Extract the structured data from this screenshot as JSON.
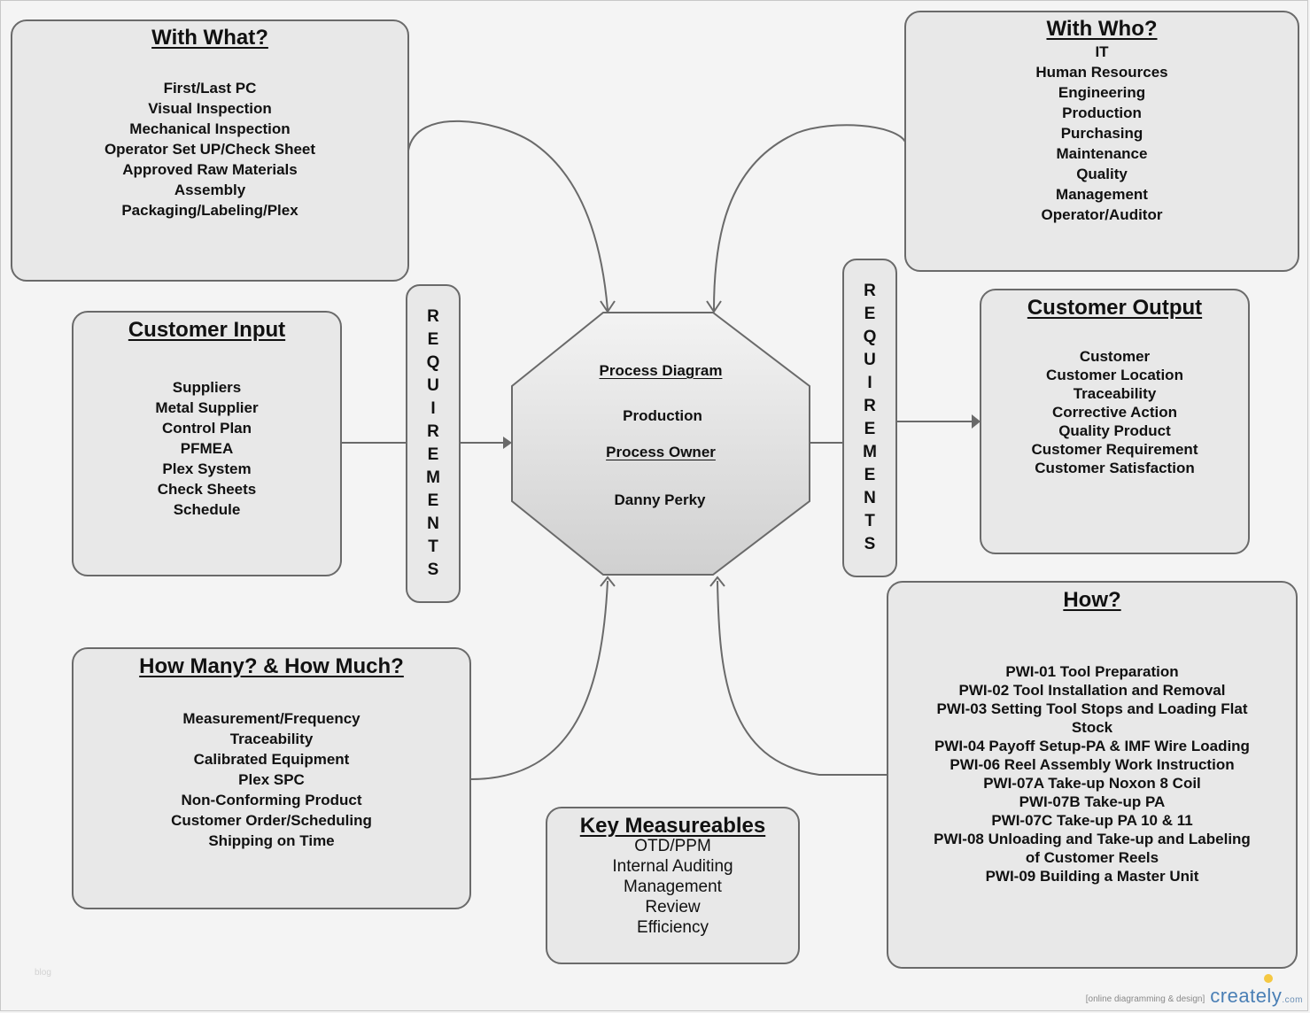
{
  "boxes": {
    "with_what": {
      "title": "With What? ",
      "items": [
        "First/Last PC",
        "Visual Inspection",
        "Mechanical Inspection",
        "Operator Set UP/Check Sheet",
        "Approved Raw Materials",
        "Assembly",
        "Packaging/Labeling/Plex"
      ]
    },
    "with_who": {
      "title": " With Who?",
      "items": [
        "IT",
        "Human Resources",
        "Engineering",
        "Production",
        "Purchasing",
        "Maintenance",
        "Quality",
        "Management",
        "Operator/Auditor"
      ]
    },
    "customer_input": {
      "title": "Customer Input",
      "items": [
        "Suppliers",
        "Metal Supplier",
        "Control Plan",
        "PFMEA",
        "Plex System",
        "Check Sheets",
        "Schedule"
      ]
    },
    "customer_output": {
      "title": "Customer Output",
      "items": [
        "Customer",
        "Customer Location",
        "Traceability",
        "Corrective Action",
        "Quality Product",
        "Customer Requirement",
        "Customer Satisfaction"
      ]
    },
    "how_many": {
      "title": "How Many? & How Much?",
      "items": [
        "Measurement/Frequency",
        "Traceability",
        "Calibrated Equipment",
        "Plex SPC",
        "Non-Conforming Product",
        "Customer Order/Scheduling",
        "Shipping on Time"
      ]
    },
    "how": {
      "title": "How?",
      "items": [
        "PWI-01 Tool Preparation",
        "PWI-02 Tool Installation and Removal",
        "PWI-03 Setting Tool Stops and Loading Flat",
        "Stock",
        "PWI-04 Payoff Setup-PA & IMF Wire Loading",
        "PWI-06 Reel Assembly Work Instruction",
        "PWI-07A Take-up Noxon 8 Coil",
        "PWI-07B Take-up PA",
        "PWI-07C Take-up PA 10 & 11",
        "PWI-08 Unloading and Take-up and Labeling",
        "of Customer Reels",
        "PWI-09 Building a Master Unit"
      ]
    },
    "key_measureables": {
      "title": "Key Measureables",
      "items": [
        "OTD/PPM",
        "Internal Auditing",
        "Management",
        "Review",
        "Efficiency"
      ]
    }
  },
  "requirements": {
    "left": [
      "R",
      "E",
      "Q",
      "U",
      "I",
      "R",
      "E",
      "M",
      "E",
      "N",
      "T",
      "S"
    ],
    "right": [
      "R",
      "E",
      "Q",
      "U",
      "I",
      "R",
      "E",
      "M",
      "E",
      "N",
      "T",
      "S"
    ]
  },
  "center": {
    "heading": " Process Diagram",
    "process": "Production",
    "owner_label": "Process Owner",
    "owner_name": "Danny Perky"
  },
  "watermark": "blog",
  "footer": {
    "tagline": "[online diagramming & design]",
    "brand": "creately",
    "brand_suffix": ".com"
  },
  "colors": {
    "background": "#f4f4f4",
    "box_fill": "#e8e8e8",
    "stroke": "#6a6a6a",
    "brand": "#4a7fb5"
  }
}
